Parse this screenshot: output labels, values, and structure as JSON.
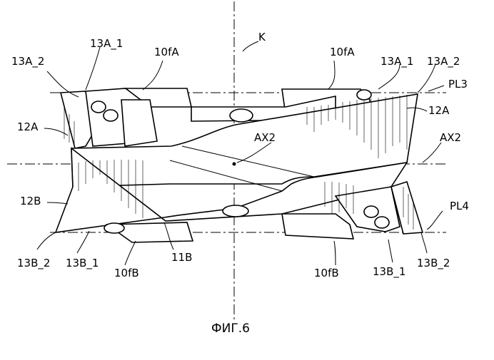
{
  "figure": {
    "caption": "ФИГ.6",
    "labels": {
      "K": "K",
      "13A_1_left": "13A_1",
      "13A_2_left": "13A_2",
      "10fA_left": "10fA",
      "10fA_right": "10fA",
      "13A_1_right": "13A_1",
      "13A_2_right": "13A_2",
      "PL3": "PL3",
      "12A_left": "12A",
      "12A_right": "12A",
      "AX2_center": "AX2",
      "AX2_right": "AX2",
      "12B": "12B",
      "PL4": "PL4",
      "13B_2_left": "13B_2",
      "13B_1_left": "13B_1",
      "10fB_left": "10fB",
      "11B": "11B",
      "10fB_right": "10fB",
      "13B_1_right": "13B_1",
      "13B_2_right": "13B_2"
    }
  }
}
